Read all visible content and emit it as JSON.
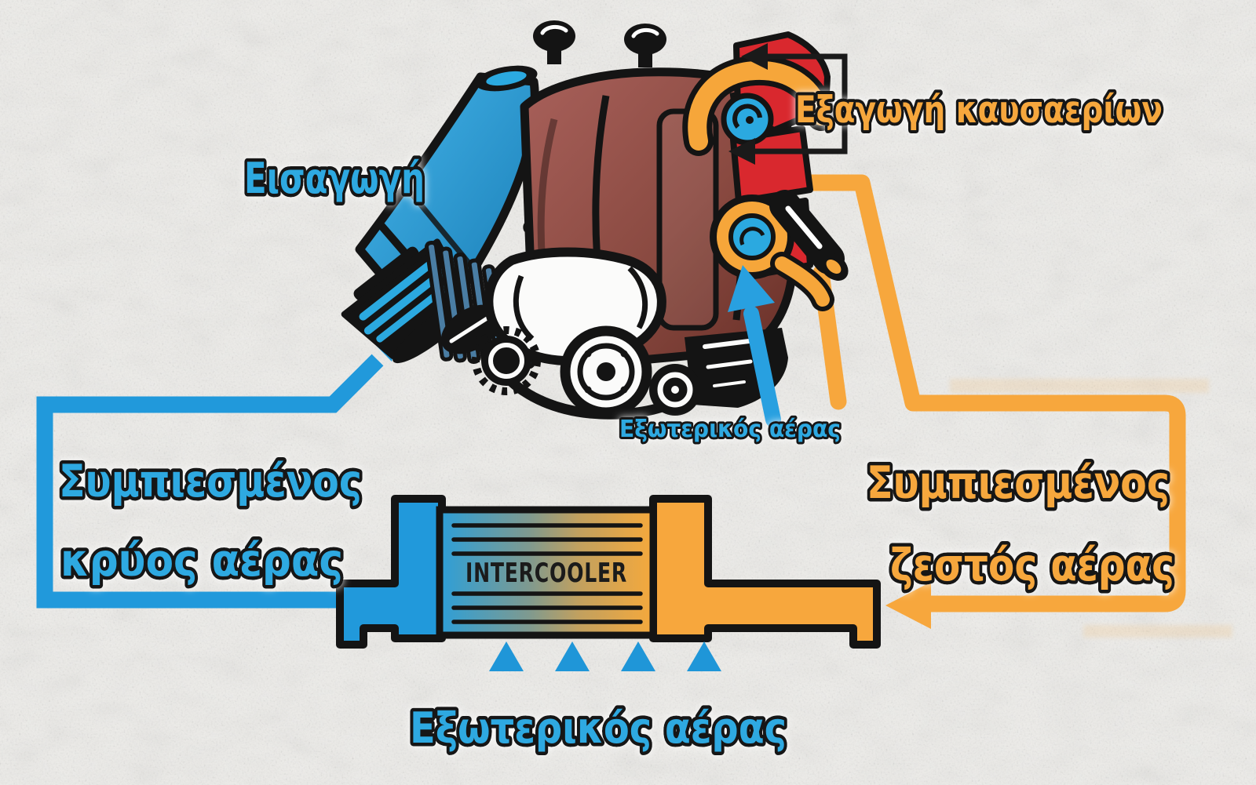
{
  "labels": {
    "intake": "Εισαγωγή",
    "exhaust_extraction": "Εξαγωγή καυσαερίων",
    "external_air_intake": "Εξωτερικός αέρας",
    "compressed_cold": {
      "line1": "Συμπιεσμένος",
      "line2": "κρύος αέρας"
    },
    "compressed_hot": {
      "line1": "Συμπιεσμένος",
      "line2": "ζεστός αέρας"
    },
    "external_air_bottom": "Εξωτερικός αέρας",
    "intercooler": "INTERCOOLER"
  },
  "colors": {
    "background": "#ecebe8",
    "cold_air_blue": "#2199db",
    "arrow_blue": "#28a0e0",
    "label_blue": "#2fa9e1",
    "hot_air_orange": "#f7a73d",
    "label_orange": "#f6a73c",
    "exhaust_red": "#d9282e",
    "engine_maroon_light": "#a8605a",
    "engine_maroon_dark": "#682f27",
    "outline_black": "#141414",
    "intercooler_core_left": "#2d9fd8",
    "intercooler_core_right": "#f5a93c"
  }
}
